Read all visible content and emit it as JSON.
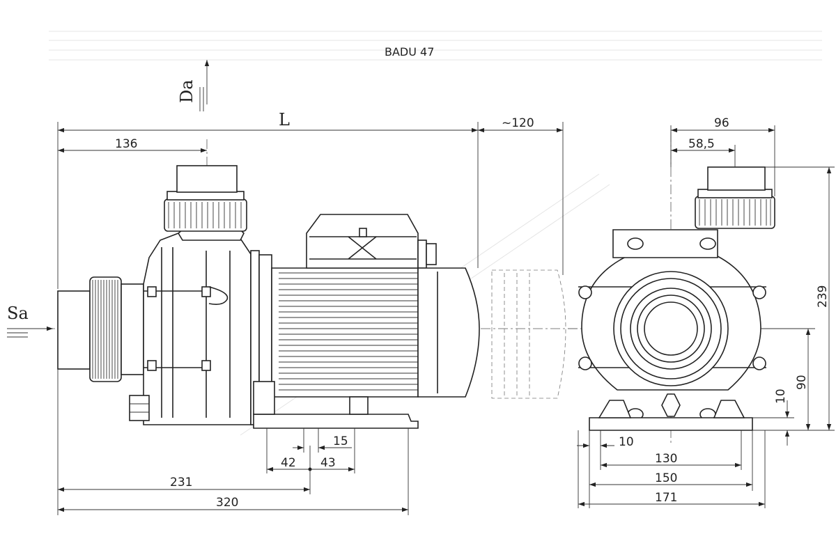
{
  "title": "BADU 47",
  "labels": {
    "suction": "Sa",
    "discharge": "Da",
    "length": "L"
  },
  "dims": {
    "motor_clearance": "~120",
    "inlet_to_outlet": "136",
    "foot_15": "15",
    "foot_42": "42",
    "foot_43": "43",
    "inlet_to_foot": "231",
    "overall_length": "320",
    "width_96": "96",
    "offset_58_5": "58,5",
    "height_239": "239",
    "axis_height_90": "90",
    "foot_height_10": "10",
    "foot_slot_10": "10",
    "foot_130": "130",
    "foot_150": "150",
    "width_171": "171"
  }
}
